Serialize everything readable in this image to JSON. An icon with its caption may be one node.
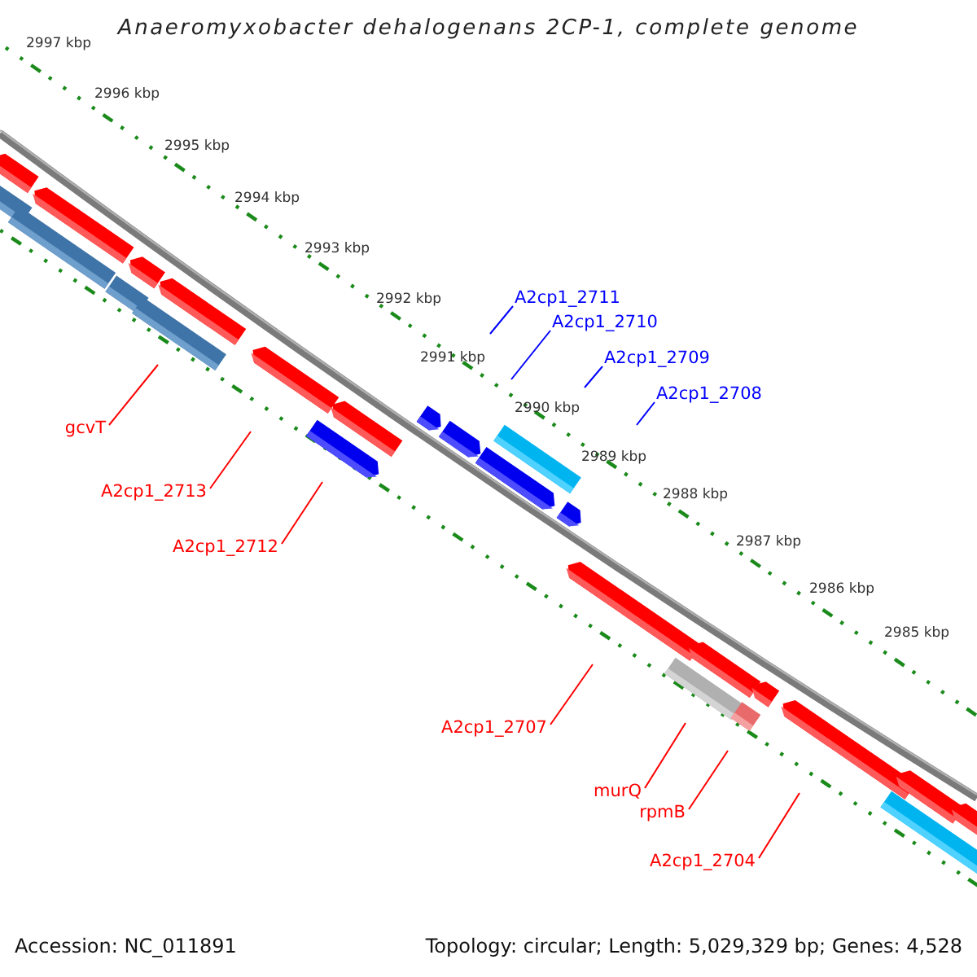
{
  "diagram": {
    "title": "Anaeromyxobacter dehalogenans 2CP-1, complete genome",
    "nodes": [
      {
        "text": [
          "A2cp1_2711"
        ]
      },
      {
        "text": [
          "A2cp1_2710"
        ]
      },
      {
        "text": [
          "A2cp1_2709"
        ]
      },
      {
        "text": [
          "A2cp1_2708"
        ]
      },
      {
        "text": [
          "gcvT"
        ]
      },
      {
        "text": [
          "A2cp1_2713"
        ]
      },
      {
        "text": [
          "A2cp1_2712"
        ]
      },
      {
        "text": [
          "A2cp1_2707"
        ]
      },
      {
        "text": [
          "murQ"
        ]
      },
      {
        "text": [
          "rpmB"
        ]
      },
      {
        "text": [
          "A2cp1_2704"
        ]
      }
    ],
    "edges": [
      {
        "from": 0,
        "to": null,
        "arrow": "none",
        "color": "#0000ff"
      },
      {
        "from": 1,
        "to": null,
        "arrow": "none",
        "color": "#0000ff"
      },
      {
        "from": 2,
        "to": null,
        "arrow": "none",
        "color": "#0000ff"
      },
      {
        "from": 3,
        "to": null,
        "arrow": "none",
        "color": "#0000ff"
      },
      {
        "from": 4,
        "to": null,
        "arrow": "none"
      },
      {
        "from": 5,
        "to": null,
        "arrow": "none"
      },
      {
        "from": 6,
        "to": null,
        "arrow": "none"
      },
      {
        "from": 7,
        "to": null,
        "arrow": "none"
      },
      {
        "from": 8,
        "to": null,
        "arrow": "none"
      },
      {
        "from": 9,
        "to": null,
        "arrow": "none"
      },
      {
        "from": 10,
        "to": null,
        "arrow": "none"
      }
    ],
    "labels": [
      "2997 kbp",
      "2996 kbp",
      "2995 kbp",
      "2994 kbp",
      "2993 kbp",
      "2992 kbp",
      "2991 kbp",
      "2990 kbp",
      "2989 kbp",
      "2988 kbp",
      "2987 kbp",
      "2986 kbp",
      "2985 kbp",
      "Accession: NC_011891",
      "Topology: circular; Length: 5,029,329 bp; Genes: 4,528"
    ]
  }
}
